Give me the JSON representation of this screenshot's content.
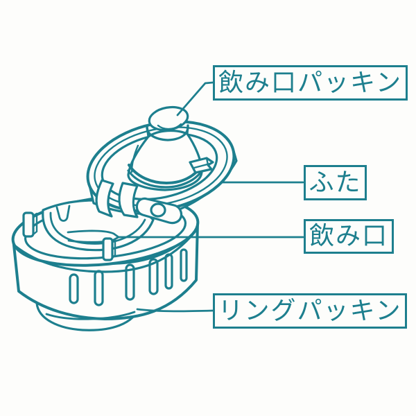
{
  "diagram": {
    "description": "exploded parts diagram of bottle cap unit",
    "background_color": "#fdfdfb",
    "line_color": "#1d7f8e",
    "labels": {
      "spout_gasket": "飲み口パッキン",
      "lid": "ふた",
      "spout": "飲み口",
      "ring_gasket": "リングパッキン"
    }
  }
}
